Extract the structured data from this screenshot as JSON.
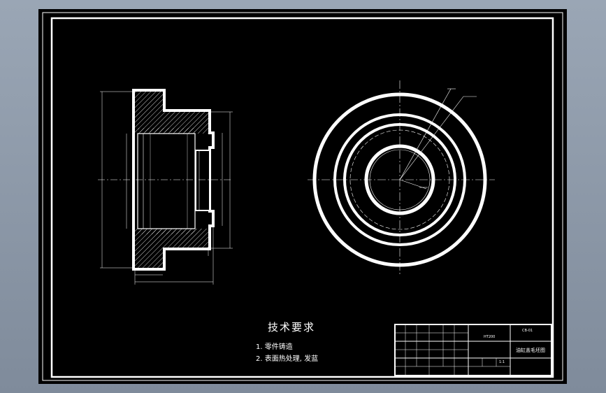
{
  "tech_requirements": {
    "title": "技术要求",
    "items": [
      "1. 零件铸造",
      "2. 表面热处理, 发蓝"
    ]
  },
  "title_block": {
    "part_name": "油缸盖毛坯图",
    "drawing_no": "HT200",
    "top_right_code": "CB-01",
    "scale": "1:1"
  },
  "colors": {
    "background": "#8a96a6",
    "sheet": "#000000",
    "line": "#ffffff",
    "hatch": "#ffffff"
  }
}
